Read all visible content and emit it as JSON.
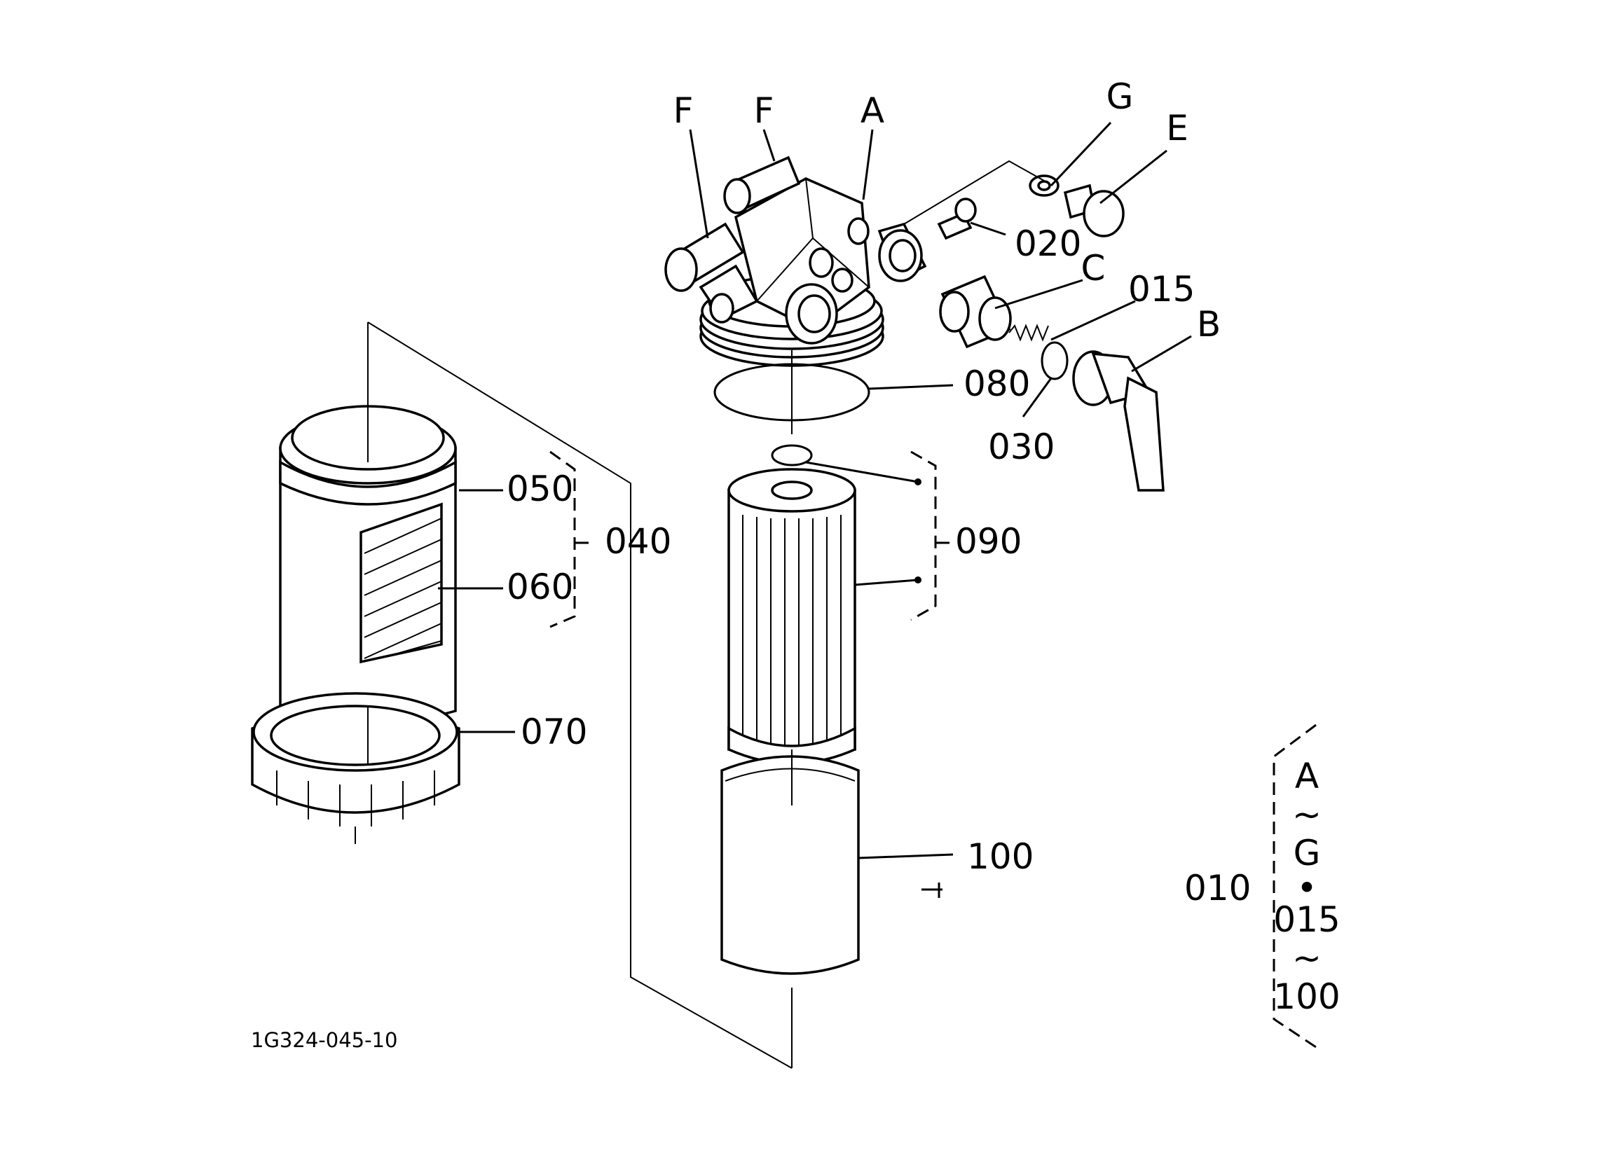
{
  "drawing_code": "1G324-045-10",
  "callouts": {
    "F1": "F",
    "F2": "F",
    "A": "A",
    "G": "G",
    "E": "E",
    "p020": "020",
    "C": "C",
    "p015": "015",
    "B": "B",
    "p080": "080",
    "p030": "030",
    "p050": "050",
    "p040": "040",
    "p060": "060",
    "p090": "090",
    "p070": "070",
    "p100": "100",
    "p010": "010"
  },
  "assembly_legend": {
    "lines": [
      "A",
      "~",
      "G",
      "•",
      "015",
      "~",
      "100"
    ]
  }
}
